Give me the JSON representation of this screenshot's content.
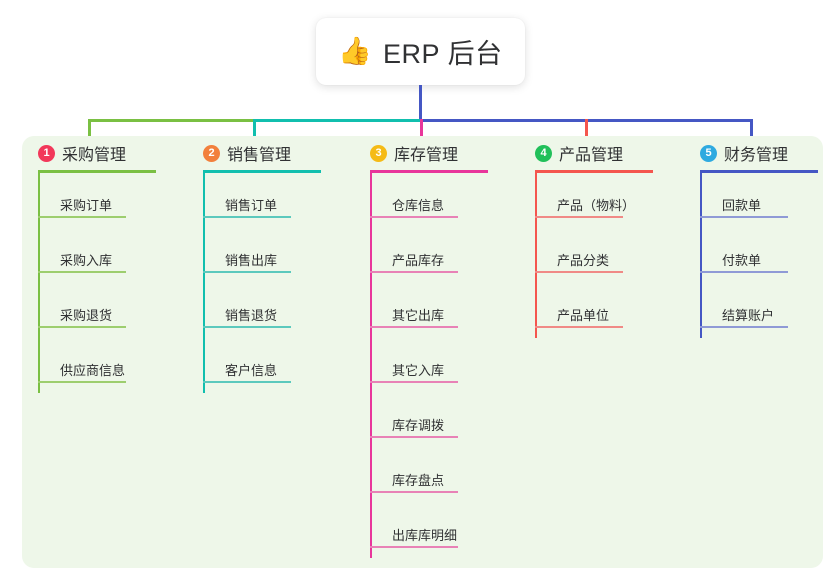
{
  "root": {
    "icon": "thumbs-up-icon",
    "icon_glyph": "👍",
    "title": "ERP 后台"
  },
  "palette": {
    "panel_bg": "#eef7e9",
    "page_bg": "#ffffff",
    "root_stem": "#4557c4",
    "text": "#303133"
  },
  "columns": [
    {
      "index": "1",
      "badge_color": "#f2385a",
      "line_color": "#7ac043",
      "leaf_line_color": "#9dce6e",
      "title": "采购管理",
      "items": [
        {
          "label": "采购订单"
        },
        {
          "label": "采购入库"
        },
        {
          "label": "采购退货"
        },
        {
          "label": "供应商信息"
        }
      ]
    },
    {
      "index": "2",
      "badge_color": "#f2803c",
      "line_color": "#11bfae",
      "leaf_line_color": "#5cc9bd",
      "title": "销售管理",
      "items": [
        {
          "label": "销售订单"
        },
        {
          "label": "销售出库"
        },
        {
          "label": "销售退货"
        },
        {
          "label": "客户信息"
        }
      ]
    },
    {
      "index": "3",
      "badge_color": "#f5bb16",
      "line_color": "#e8369b",
      "leaf_line_color": "#e882b6",
      "title": "库存管理",
      "items": [
        {
          "label": "仓库信息"
        },
        {
          "label": "产品库存"
        },
        {
          "label": "其它出库"
        },
        {
          "label": "其它入库"
        },
        {
          "label": "库存调拨"
        },
        {
          "label": "库存盘点"
        },
        {
          "label": "出库库明细"
        }
      ]
    },
    {
      "index": "4",
      "badge_color": "#21c05a",
      "line_color": "#f4564e",
      "leaf_line_color": "#f08a86",
      "title": "产品管理",
      "items": [
        {
          "label": "产品（物料）"
        },
        {
          "label": "产品分类"
        },
        {
          "label": "产品单位"
        }
      ]
    },
    {
      "index": "5",
      "badge_color": "#2eaae0",
      "line_color": "#4557c4",
      "leaf_line_color": "#8f9ad6",
      "title": "财务管理",
      "items": [
        {
          "label": "回款单"
        },
        {
          "label": "付款单"
        },
        {
          "label": "结算账户"
        }
      ]
    }
  ]
}
